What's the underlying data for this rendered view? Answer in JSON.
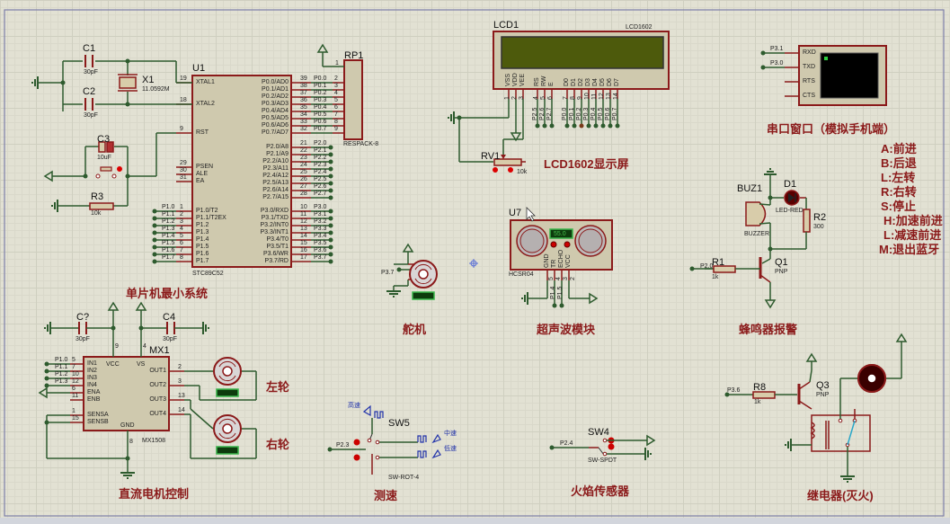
{
  "mcu": {
    "ref": "U1",
    "part": "STC89C52",
    "left_pins": [
      {
        "num": "19",
        "name": "XTAL1"
      },
      {
        "num": "18",
        "name": "XTAL2"
      },
      {
        "num": "9",
        "name": "RST"
      },
      {
        "num": "29",
        "name": "PSEN"
      },
      {
        "num": "30",
        "name": "ALE"
      },
      {
        "num": "31",
        "name": "EA"
      },
      {
        "num": "1",
        "name": "P1.0/T2",
        "net": "P1.0"
      },
      {
        "num": "2",
        "name": "P1.1/T2EX",
        "net": "P1.1"
      },
      {
        "num": "3",
        "name": "P1.2",
        "net": "P1.2"
      },
      {
        "num": "4",
        "name": "P1.3",
        "net": "P1.3"
      },
      {
        "num": "5",
        "name": "P1.4",
        "net": "P1.4"
      },
      {
        "num": "6",
        "name": "P1.5",
        "net": "P1.5"
      },
      {
        "num": "7",
        "name": "P1.6",
        "net": "P1.6"
      },
      {
        "num": "8",
        "name": "P1.7",
        "net": "P1.7"
      }
    ],
    "right_pins": [
      {
        "num": "39",
        "name": "P0.0/AD0",
        "net": "P0.0"
      },
      {
        "num": "38",
        "name": "P0.1/AD1",
        "net": "P0.1"
      },
      {
        "num": "37",
        "name": "P0.2/AD2",
        "net": "P0.2"
      },
      {
        "num": "36",
        "name": "P0.3/AD3",
        "net": "P0.3"
      },
      {
        "num": "35",
        "name": "P0.4/AD4",
        "net": "P0.4"
      },
      {
        "num": "34",
        "name": "P0.5/AD5",
        "net": "P0.5"
      },
      {
        "num": "33",
        "name": "P0.6/AD6",
        "net": "P0.6"
      },
      {
        "num": "32",
        "name": "P0.7/AD7",
        "net": "P0.7"
      },
      {
        "num": "21",
        "name": "P2.0/A8",
        "net": "P2.0"
      },
      {
        "num": "22",
        "name": "P2.1/A9",
        "net": "P2.1"
      },
      {
        "num": "23",
        "name": "P2.2/A10",
        "net": "P2.2"
      },
      {
        "num": "24",
        "name": "P2.3/A11",
        "net": "P2.3"
      },
      {
        "num": "25",
        "name": "P2.4/A12",
        "net": "P2.4"
      },
      {
        "num": "26",
        "name": "P2.5/A13",
        "net": "P2.5"
      },
      {
        "num": "27",
        "name": "P2.6/A14",
        "net": "P2.6"
      },
      {
        "num": "28",
        "name": "P2.7/A15",
        "net": "P2.7"
      },
      {
        "num": "10",
        "name": "P3.0/RXD",
        "net": "P3.0"
      },
      {
        "num": "11",
        "name": "P3.1/TXD",
        "net": "P3.1"
      },
      {
        "num": "12",
        "name": "P3.2/INT0",
        "net": "P3.2"
      },
      {
        "num": "13",
        "name": "P3.3/INT1",
        "net": "P3.3"
      },
      {
        "num": "14",
        "name": "P3.4/T0",
        "net": "P3.4"
      },
      {
        "num": "15",
        "name": "P3.5/T1",
        "net": "P3.5"
      },
      {
        "num": "16",
        "name": "P3.6/WR",
        "net": "P3.6"
      },
      {
        "num": "17",
        "name": "P3.7/RD",
        "net": "P3.7"
      }
    ]
  },
  "parts": {
    "c1": {
      "ref": "C1",
      "value": "30pF"
    },
    "c2": {
      "ref": "C2",
      "value": "30pF"
    },
    "x1": {
      "ref": "X1",
      "value": "11.0592M"
    },
    "c3": {
      "ref": "C3",
      "value": "10uF"
    },
    "r3": {
      "ref": "R3",
      "value": "10k"
    },
    "rp1": {
      "ref": "RP1",
      "value": "RESPACK-8",
      "pin1": "1",
      "pins": [
        "2",
        "3",
        "4",
        "5",
        "6",
        "7",
        "8",
        "9"
      ]
    },
    "lcd": {
      "ref": "LCD1",
      "value": "LCD1602",
      "pins": [
        {
          "n": "1",
          "l": "VSS"
        },
        {
          "n": "2",
          "l": "VDD"
        },
        {
          "n": "3",
          "l": "VEE"
        },
        {
          "n": "4",
          "l": "RS",
          "net": "P2.5"
        },
        {
          "n": "5",
          "l": "RW",
          "net": "P2.6"
        },
        {
          "n": "6",
          "l": "E",
          "net": "P2.7"
        },
        {
          "n": "7",
          "l": "D0",
          "net": "P0.0"
        },
        {
          "n": "8",
          "l": "D1",
          "net": "P0.1"
        },
        {
          "n": "9",
          "l": "D2",
          "net": "P0.2"
        },
        {
          "n": "10",
          "l": "D3",
          "net": "P0.3"
        },
        {
          "n": "11",
          "l": "D4",
          "net": "P0.4"
        },
        {
          "n": "12",
          "l": "D5",
          "net": "P0.5"
        },
        {
          "n": "13",
          "l": "D6",
          "net": "P0.6"
        },
        {
          "n": "14",
          "l": "D7",
          "net": "P0.7"
        }
      ]
    },
    "rv1": {
      "ref": "RV1",
      "value": "10k"
    },
    "uart": {
      "pins": [
        {
          "l": "RXD",
          "net": "P3.1"
        },
        {
          "l": "TXD",
          "net": "P3.0"
        },
        {
          "l": "RTS"
        },
        {
          "l": "CTS"
        }
      ]
    },
    "u7": {
      "ref": "U7",
      "value": "HCSR04",
      "readout": "55.0",
      "pins": [
        {
          "n": "5",
          "l": "GND"
        },
        {
          "n": "4",
          "l": "TR",
          "net": "P1.4"
        },
        {
          "n": "3",
          "l": "ECHO",
          "net": "P1.5"
        },
        {
          "n": "2",
          "l": "VCC"
        },
        {
          "n": "1",
          "l": ""
        }
      ]
    },
    "servo": {
      "net": "P3.7"
    },
    "d1": {
      "ref": "D1",
      "value": "LED-RED"
    },
    "r2": {
      "ref": "R2",
      "value": "300"
    },
    "buz1": {
      "ref": "BUZ1",
      "value": "BUZZER"
    },
    "r1": {
      "ref": "R1",
      "value": "1k",
      "net": "P2.0"
    },
    "q1": {
      "ref": "Q1",
      "value": "PNP"
    },
    "cq": {
      "ref": "C?",
      "value": "30pF"
    },
    "c4": {
      "ref": "C4",
      "value": "30pF"
    },
    "mx1": {
      "ref": "MX1",
      "value": "MX1508",
      "left": [
        {
          "n": "5",
          "l": "IN1",
          "net": "P1.0"
        },
        {
          "n": "7",
          "l": "IN2",
          "net": "P1.1"
        },
        {
          "n": "10",
          "l": "IN3",
          "net": "P1.2"
        },
        {
          "n": "12",
          "l": "IN4",
          "net": "P1.3"
        },
        {
          "n": "6",
          "l": "ENA"
        },
        {
          "n": "11",
          "l": "ENB"
        },
        {
          "n": "1",
          "l": "SENSA"
        },
        {
          "n": "15",
          "l": "SENSB"
        }
      ],
      "right": [
        {
          "n": "2",
          "l": "OUT1"
        },
        {
          "n": "3",
          "l": "OUT2"
        },
        {
          "n": "13",
          "l": "OUT3"
        },
        {
          "n": "14",
          "l": "OUT4"
        }
      ],
      "top": [
        {
          "n": "9",
          "l": "VCC"
        },
        {
          "n": "4",
          "l": "VS"
        }
      ],
      "bottom": {
        "n": "8",
        "l": "GND"
      }
    },
    "sw5": {
      "ref": "SW5",
      "value": "SW-ROT-4",
      "net": "P2.3",
      "high": "高速",
      "mid": "中速",
      "low": "低速"
    },
    "sw4": {
      "ref": "SW4",
      "value": "SW-SPDT",
      "net": "P2.4"
    },
    "r8": {
      "ref": "R8",
      "value": "1k",
      "net": "P3.6"
    },
    "q3": {
      "ref": "Q3",
      "value": "PNP"
    }
  },
  "captions": {
    "mcu": "单片机最小系统",
    "lcd": "LCD1602显示屏",
    "uart": "串口窗口（模拟手机端）",
    "servo": "舵机",
    "ultrasonic": "超声波模块",
    "buzzer": "蜂鸣器报警",
    "motor": "直流电机控制",
    "left_wheel": "左轮",
    "right_wheel": "右轮",
    "speed": "测速",
    "flame": "火焰传感器",
    "relay": "继电器(灭火)"
  },
  "commands": [
    "A:前进",
    "B:后退",
    "L:左转",
    "R:右转",
    "S:停止",
    "H:加速前进",
    "L:减速前进",
    "M:退出蓝牙"
  ]
}
